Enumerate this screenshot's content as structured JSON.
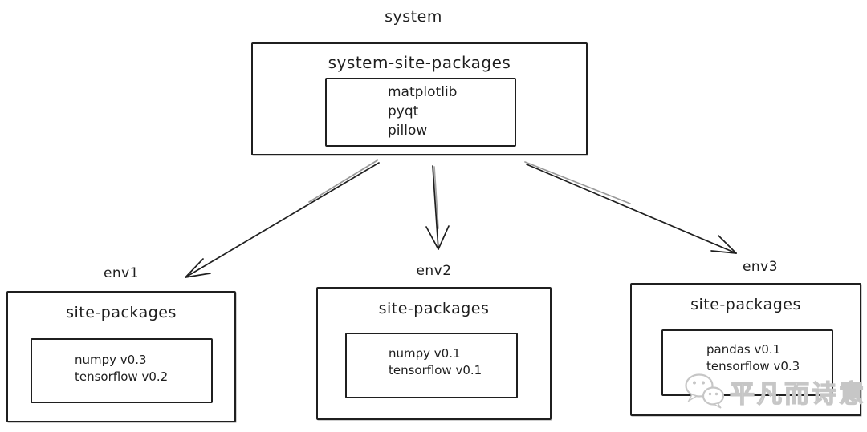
{
  "canvas": {
    "background": "#ffffff",
    "stroke_color": "#1e1e1e",
    "watermark_color": "#c6c6c6"
  },
  "system": {
    "label": "system",
    "container_title": "system-site-packages",
    "packages": [
      "matplotlib",
      "pyqt",
      "pillow"
    ]
  },
  "environments": [
    {
      "label": "env1",
      "container_title": "site-packages",
      "packages": [
        "numpy v0.3",
        "tensorflow v0.2"
      ]
    },
    {
      "label": "env2",
      "container_title": "site-packages",
      "packages": [
        "numpy v0.1",
        "tensorflow v0.1"
      ]
    },
    {
      "label": "env3",
      "container_title": "site-packages",
      "packages": [
        "pandas v0.1",
        "tensorflow v0.3"
      ]
    }
  ],
  "watermark": {
    "text": "平凡而诗意",
    "icon": "wechat-icon"
  }
}
